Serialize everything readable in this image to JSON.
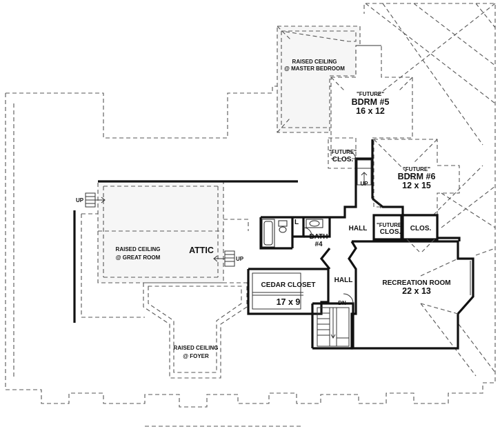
{
  "labels": {
    "raised_master": [
      "RAISED CEILING",
      "@ MASTER BEDROOM"
    ],
    "bdrm5": [
      "\"FUTURE\"",
      "BDRM #5",
      "16 x 12"
    ],
    "future_clos_1": [
      "\"FUTURE\"",
      "CLOS."
    ],
    "bdrm6": [
      "\"FUTURE\"",
      "BDRM #6",
      "12 x 15"
    ],
    "up_stair_right": "UP",
    "up_left": "UP",
    "up_attic": "UP",
    "hall_upper": "HALL",
    "future_clos_2": [
      "\"FUTURE\"",
      "CLOS."
    ],
    "clos": "CLOS.",
    "bath4": [
      "BATH",
      "#4"
    ],
    "linen": "L",
    "raised_great": [
      "RAISED CEILING",
      "@ GREAT ROOM"
    ],
    "attic": "ATTIC",
    "hall_lower": "HALL",
    "recreation": [
      "RECREATION ROOM",
      "22 x 13"
    ],
    "cedar": [
      "CEDAR CLOSET",
      "17 x 9"
    ],
    "dn": "DN",
    "raised_foyer": [
      "RAISED CEILING",
      "@ FOYER"
    ]
  }
}
